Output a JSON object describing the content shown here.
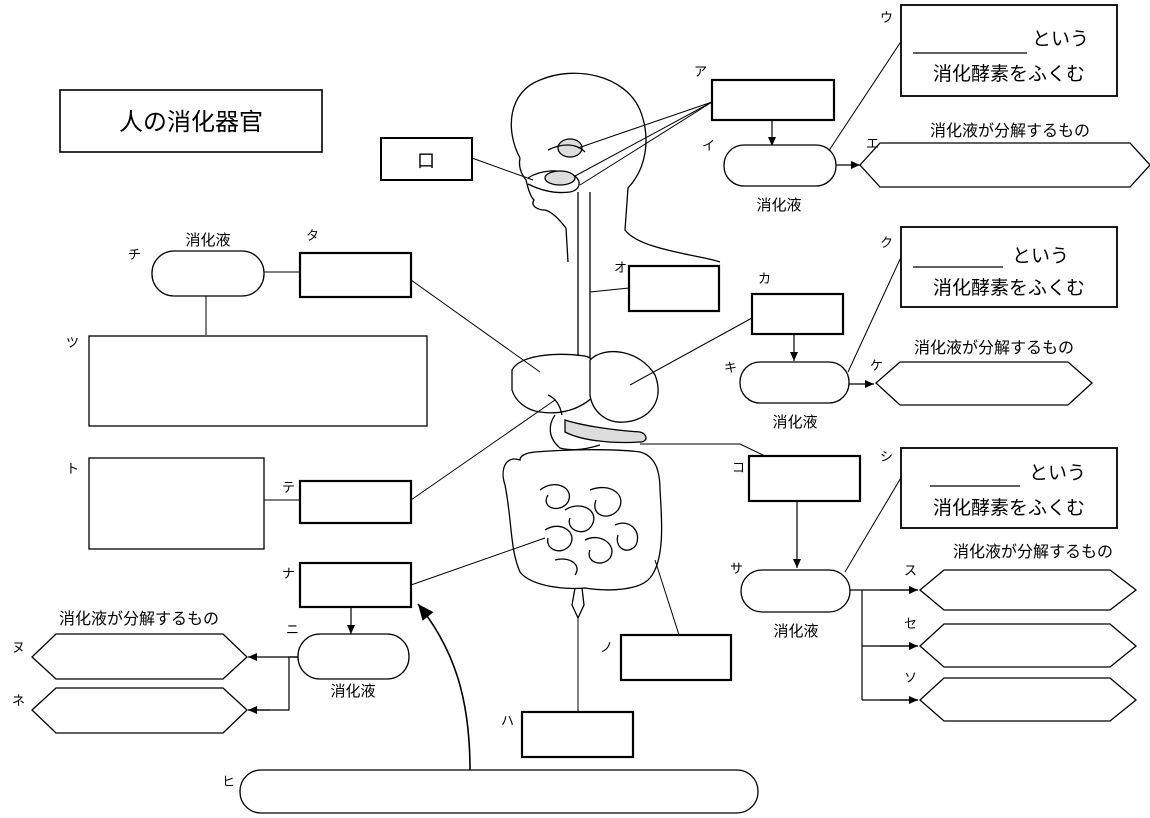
{
  "title": "人の消化器官",
  "mouth_label": "口",
  "digestive_juice": "消化液",
  "decomposes": "消化液が分解するもの",
  "enzyme_line1": "という",
  "enzyme_line2": "消化酵素をふくむ",
  "labels": {
    "a": "ア",
    "i": "イ",
    "u": "ウ",
    "e": "エ",
    "o": "オ",
    "ka": "カ",
    "ki": "キ",
    "ku": "ク",
    "ke": "ケ",
    "ko": "コ",
    "sa": "サ",
    "shi": "シ",
    "su": "ス",
    "se": "セ",
    "so": "ソ",
    "ta": "タ",
    "chi": "チ",
    "tsu": "ツ",
    "te": "テ",
    "to": "ト",
    "na": "ナ",
    "ni": "ニ",
    "nu": "ヌ",
    "ne": "ネ",
    "no": "ノ",
    "ha": "ハ",
    "hi": "ヒ"
  }
}
